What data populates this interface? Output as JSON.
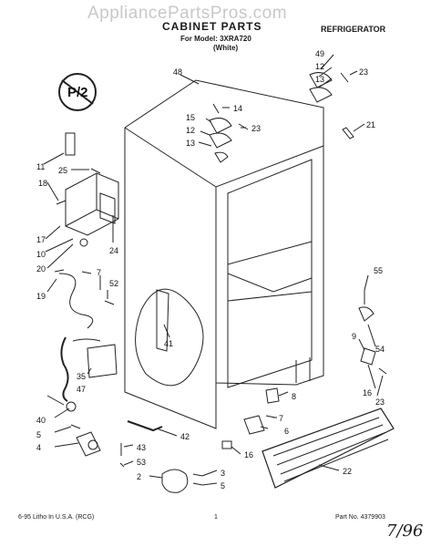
{
  "watermark": "AppliancePartsPros.com",
  "header": {
    "title": "CABINET PARTS",
    "appliance": "REFRIGERATOR",
    "model_line": "For Model: 3XRA720",
    "color_line": "(White)"
  },
  "badge": "P/2",
  "callouts": [
    "48",
    "14",
    "15",
    "23",
    "12",
    "13",
    "49",
    "12",
    "13",
    "23",
    "21",
    "11",
    "25",
    "18",
    "17",
    "10",
    "20",
    "24",
    "7",
    "52",
    "19",
    "41",
    "55",
    "9",
    "54",
    "35",
    "47",
    "16",
    "23",
    "8",
    "40",
    "7",
    "5",
    "6",
    "4",
    "42",
    "43",
    "53",
    "2",
    "3",
    "5",
    "16",
    "22"
  ],
  "footer": {
    "left": "6-95 Litho In U.S.A. (RCG)",
    "page": "1",
    "part_no": "Part No. 4379903"
  },
  "handwritten_note": "7/96"
}
